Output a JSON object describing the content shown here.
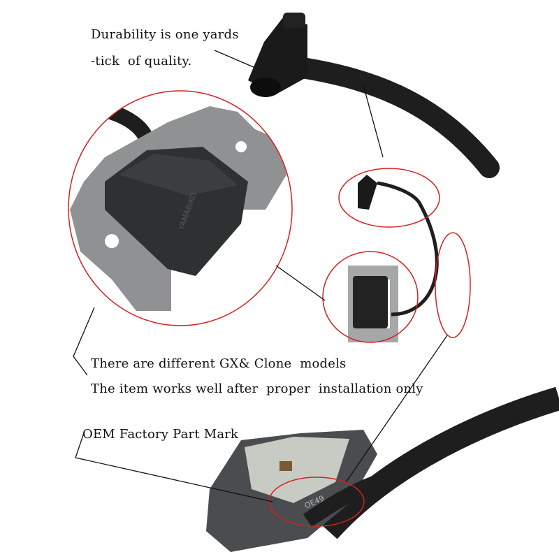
{
  "captions": {
    "durability_line1": "Durability is one yards",
    "durability_line2": "-tick  of quality.",
    "models": "There are different GX& Clone  models",
    "installation": "The item works well after  proper  installation only",
    "oem_mark": "OEM Factory Part Mark"
  },
  "product_markings": {
    "coil_brand": "YAMABIKO",
    "cable_print": "OE49"
  },
  "colors": {
    "highlight_circle": "#d42020",
    "cable": "#1e1e1e",
    "bracket": "#8a8c8e",
    "coil_body": "#2e3032"
  }
}
